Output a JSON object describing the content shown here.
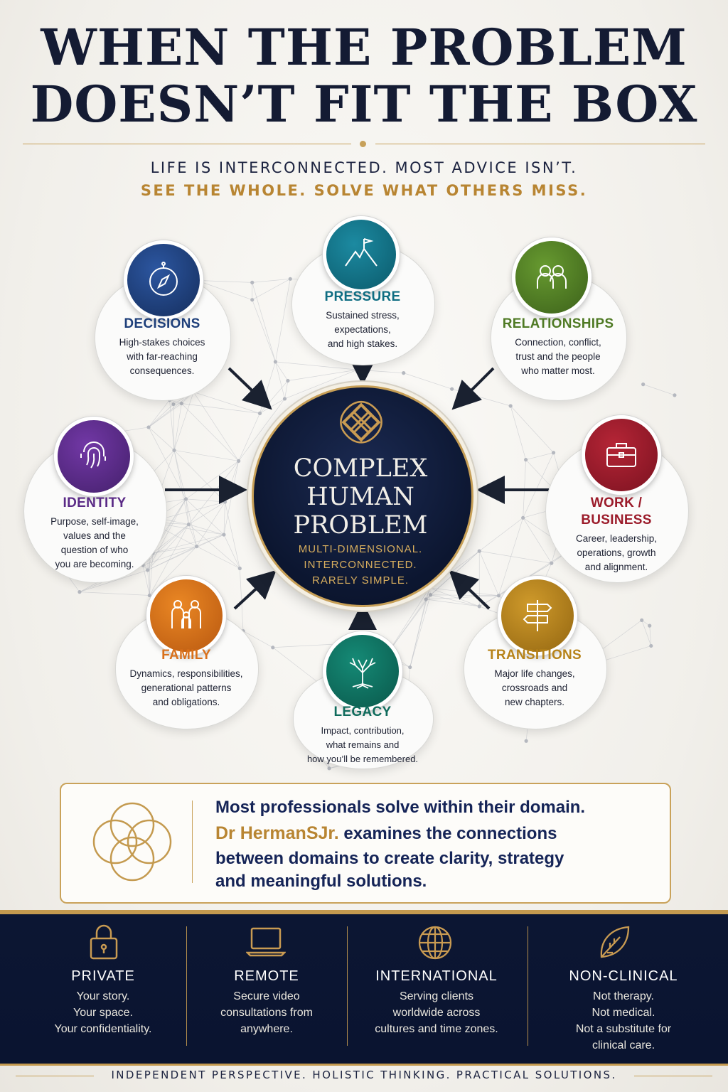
{
  "headline": {
    "line1": "WHEN THE PROBLEM",
    "line2": "DOESN’T FIT THE BOX"
  },
  "subheadline": {
    "line1": "LIFE IS INTERCONNECTED. MOST ADVICE ISN’T.",
    "line2": "SEE THE WHOLE. SOLVE WHAT OTHERS MISS."
  },
  "center": {
    "title_lines": [
      "COMPLEX",
      "HUMAN",
      "PROBLEM"
    ],
    "sub_lines": [
      "MULTI-DIMENSIONAL.",
      "INTERCONNECTED.",
      "RARELY SIMPLE."
    ],
    "icon": "celtic-knot-icon"
  },
  "domains": [
    {
      "id": "pressure",
      "title": "PRESSURE",
      "icon": "mountain-flag-icon",
      "color": "#0e6d82",
      "desc": [
        "Sustained stress,",
        "expectations,",
        "and high stakes."
      ]
    },
    {
      "id": "decisions",
      "title": "DECISIONS",
      "icon": "compass-icon",
      "color": "#1e3f7a",
      "desc": [
        "High-stakes choices",
        "with far-reaching",
        "consequences."
      ]
    },
    {
      "id": "relationships",
      "title": "RELATIONSHIPS",
      "icon": "people-icon",
      "color": "#4f7a24",
      "desc": [
        "Connection, conflict,",
        "trust and the people",
        "who matter most."
      ]
    },
    {
      "id": "identity",
      "title": "IDENTITY",
      "icon": "fingerprint-icon",
      "color": "#5a2a86",
      "desc": [
        "Purpose, self-image,",
        "values and the",
        "question of who",
        "you are becoming."
      ]
    },
    {
      "id": "work",
      "title_lines": [
        "WORK /",
        "BUSINESS"
      ],
      "icon": "briefcase-icon",
      "color": "#9b1b2a",
      "desc": [
        "Career, leadership,",
        "operations, growth",
        "and alignment."
      ]
    },
    {
      "id": "family",
      "title": "FAMILY",
      "icon": "family-icon",
      "color": "#d9701a",
      "desc": [
        "Dynamics, responsibilities,",
        "generational patterns",
        "and obligations."
      ]
    },
    {
      "id": "transitions",
      "title": "TRANSITIONS",
      "icon": "signpost-icon",
      "color": "#b78319",
      "desc": [
        "Major life changes,",
        "crossroads and",
        "new chapters."
      ]
    },
    {
      "id": "legacy",
      "title": "LEGACY",
      "icon": "tree-icon",
      "color": "#0f6b5c",
      "desc": [
        "Impact, contribution,",
        "what remains and",
        "how you’ll be remembered."
      ]
    }
  ],
  "banner": {
    "line1": "Most professionals solve within their domain.",
    "name": "Dr  HermanSJr.",
    "line2_rest": " examines the connections",
    "line3": "between domains to create clarity, strategy",
    "line4": "and meaningful solutions.",
    "icon": "interlocking-circles-icon"
  },
  "features": [
    {
      "title": "PRIVATE",
      "icon": "lock-icon",
      "desc": [
        "Your story.",
        "Your space.",
        "Your confidentiality."
      ]
    },
    {
      "title": "REMOTE",
      "icon": "laptop-icon",
      "desc": [
        "Secure video",
        "consultations from",
        "anywhere."
      ]
    },
    {
      "title": "INTERNATIONAL",
      "icon": "globe-icon",
      "desc": [
        "Serving clients",
        "worldwide across",
        "cultures and time zones."
      ]
    },
    {
      "title": "NON-CLINICAL",
      "icon": "leaf-icon",
      "desc": [
        "Not therapy.",
        "Not medical.",
        "Not a substitute for",
        "clinical care."
      ]
    }
  ],
  "tagline": "INDEPENDENT PERSPECTIVE. HOLISTIC THINKING. PRACTICAL SOLUTIONS.",
  "colors": {
    "navy": "#141b33",
    "gold": "#c49a4f"
  }
}
